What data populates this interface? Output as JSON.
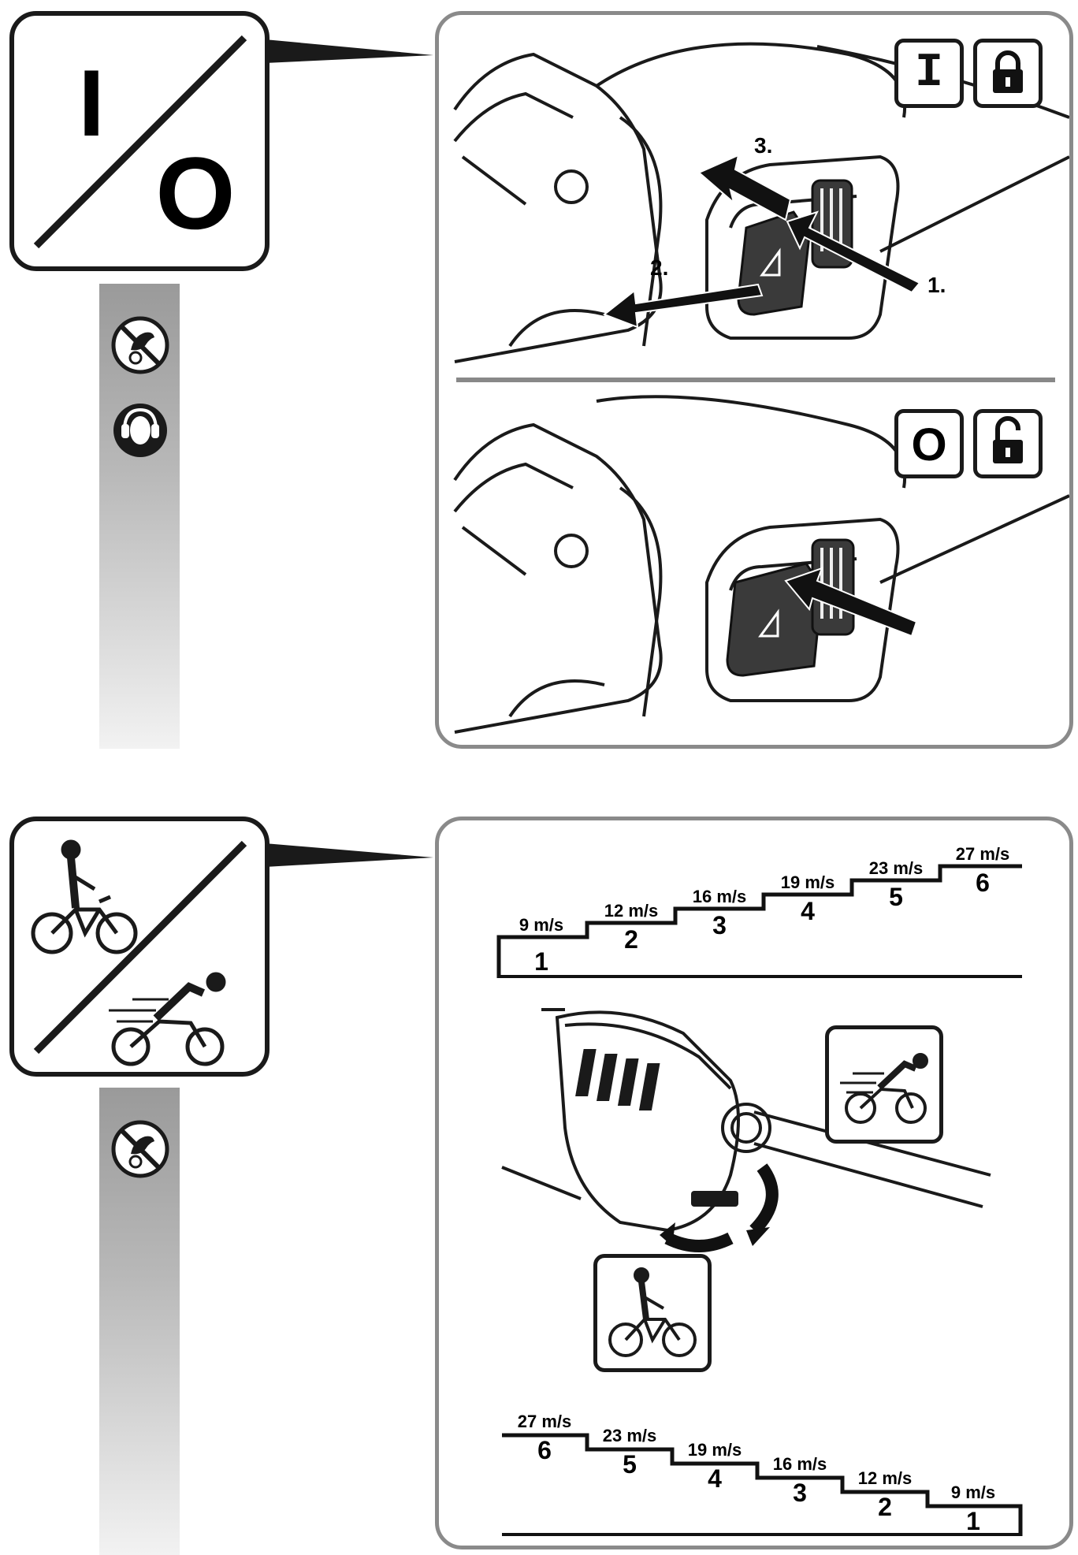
{
  "section1": {
    "main_symbol": {
      "on": "I",
      "off": "O"
    },
    "indicators_top": {
      "on": "I",
      "lock": "lock-closed-icon"
    },
    "indicators_bottom": {
      "off": "O",
      "unlock": "lock-open-icon"
    },
    "steps": [
      "1.",
      "2.",
      "3."
    ],
    "strip_pictograms": [
      "no-hand-near-blade-icon",
      "ear-protection-icon"
    ]
  },
  "section2": {
    "main_symbol": {
      "slow": "cyclist-slow-icon",
      "fast": "cyclist-fast-icon"
    },
    "strip_pictograms": [
      "no-hand-near-blade-icon"
    ],
    "speeds_up": [
      {
        "level": "1",
        "speed": "9 m/s"
      },
      {
        "level": "2",
        "speed": "12 m/s"
      },
      {
        "level": "3",
        "speed": "16 m/s"
      },
      {
        "level": "4",
        "speed": "19 m/s"
      },
      {
        "level": "5",
        "speed": "23 m/s"
      },
      {
        "level": "6",
        "speed": "27 m/s"
      }
    ],
    "speeds_down": [
      {
        "level": "6",
        "speed": "27 m/s"
      },
      {
        "level": "5",
        "speed": "23 m/s"
      },
      {
        "level": "4",
        "speed": "19 m/s"
      },
      {
        "level": "3",
        "speed": "16 m/s"
      },
      {
        "level": "2",
        "speed": "12 m/s"
      },
      {
        "level": "1",
        "speed": "9 m/s"
      }
    ]
  }
}
